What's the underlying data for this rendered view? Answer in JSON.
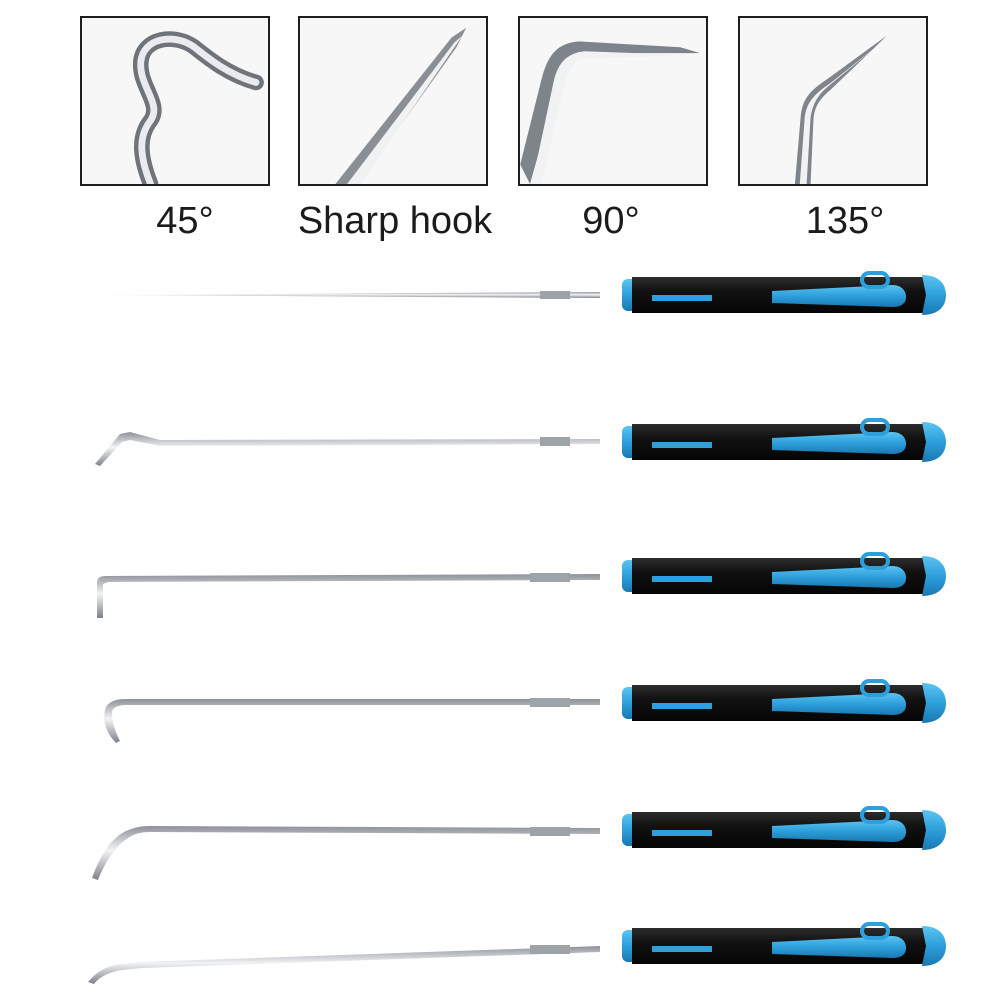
{
  "labels": {
    "p45": "45°",
    "sharp": "Sharp hook",
    "p90": "90°",
    "p135": "135°"
  },
  "colors": {
    "handle_black": "#141414",
    "handle_blue": "#2d9fdc",
    "steel": "#b9bdc2",
    "frame": "#1e1e1e"
  },
  "tools": [
    {
      "tip": "straight-pick-icon"
    },
    {
      "tip": "angled-hook-icon"
    },
    {
      "tip": "90-degree-hook-icon"
    },
    {
      "tip": "full-hook-icon"
    },
    {
      "tip": "45-degree-hook-icon"
    },
    {
      "tip": "angled-hook-icon"
    }
  ]
}
